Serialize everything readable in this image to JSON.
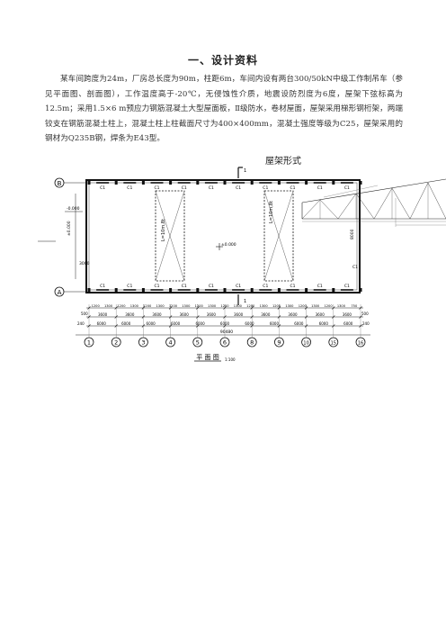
{
  "section_title": "一、设计资料",
  "paragraph": "某车间跨度为24m，厂房总长度为90m，柱距6m，车间内设有两台300/50kN中级工作制吊车（参见平面图、剖面图），工作温度高于-20℃，无侵蚀性介质，地震设防烈度为6度，屋架下弦标高为12.5m；采用1.5×6 m预应力钢筋混凝土大型屋面板，Ⅱ级防水，卷材屋面，屋架采用梯形钢桁架，两端铰支在钢筋混凝土柱上，混凝土柱上柱截面尺寸为400×400mm，混凝土强度等级为C25，屋架采用的钢材为Q235B钢，焊条为E43型。",
  "roof_form_label": "屋架形式",
  "plan": {
    "axis_top": "B",
    "axis_bottom": "A",
    "axes_bottom": [
      "1",
      "2",
      "3",
      "4",
      "5",
      "6",
      "8",
      "9",
      "10",
      "15",
      "16"
    ],
    "elev_top": "-0.000",
    "elev_left": "±0.000",
    "dim_left": "3000",
    "center_elev": "±0.000",
    "brace_1": "L=10m,8t",
    "brace_2": "L=10m,8t",
    "top_dims": [
      "1200",
      "1300",
      "1200",
      "1300",
      "1200",
      "1300",
      "1200",
      "1300",
      "1200",
      "1300",
      "1200",
      "1300",
      "1200",
      "1300",
      "1200",
      "1300",
      "1200",
      "1300",
      "1200",
      "1300",
      "750"
    ],
    "dims_3600": [
      "3600",
      "3600",
      "3600",
      "3600",
      "3600",
      "3600",
      "3600",
      "3600",
      "3600",
      "3600"
    ],
    "dims_6000": [
      "6000",
      "6000",
      "6000",
      "6000",
      "6000",
      "6000",
      "6000",
      "6000",
      "6000",
      "6000",
      "6000"
    ],
    "dim_end_left": "500",
    "dim_end_right": "500",
    "total": "90480",
    "total_left": "240",
    "total_right": "240",
    "dim_side": "8000",
    "c1": "C1",
    "mark_i": "1",
    "caption": "平 面 图",
    "scale": "1:100"
  }
}
